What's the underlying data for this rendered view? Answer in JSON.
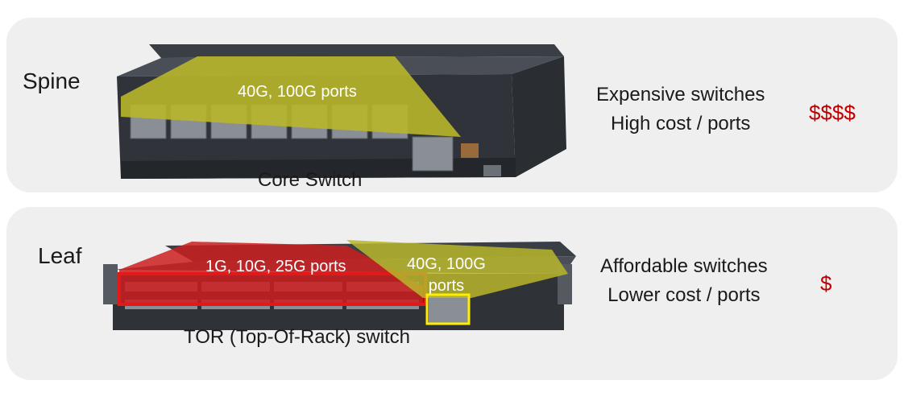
{
  "spine": {
    "tier_label": "Spine",
    "switch_caption": "Core Switch",
    "port_label": "40G, 100G ports",
    "description_lines": [
      "Expensive switches",
      "High cost / ports"
    ],
    "cost": "$$$$"
  },
  "leaf": {
    "tier_label": "Leaf",
    "switch_caption": "TOR (Top-Of-Rack) switch",
    "access_port_label": "1G, 10G, 25G ports",
    "uplink_port_label_lines": [
      "40G, 100G",
      "ports"
    ],
    "description_lines": [
      "Affordable switches",
      "Lower cost / ports"
    ],
    "cost": "$"
  },
  "colors": {
    "panel_bg": "#efefef",
    "cost_red": "#c00000",
    "high_speed_highlight": "#b8b62a",
    "access_highlight": "#cc1f1f",
    "uplink_outline": "#ffee00"
  }
}
